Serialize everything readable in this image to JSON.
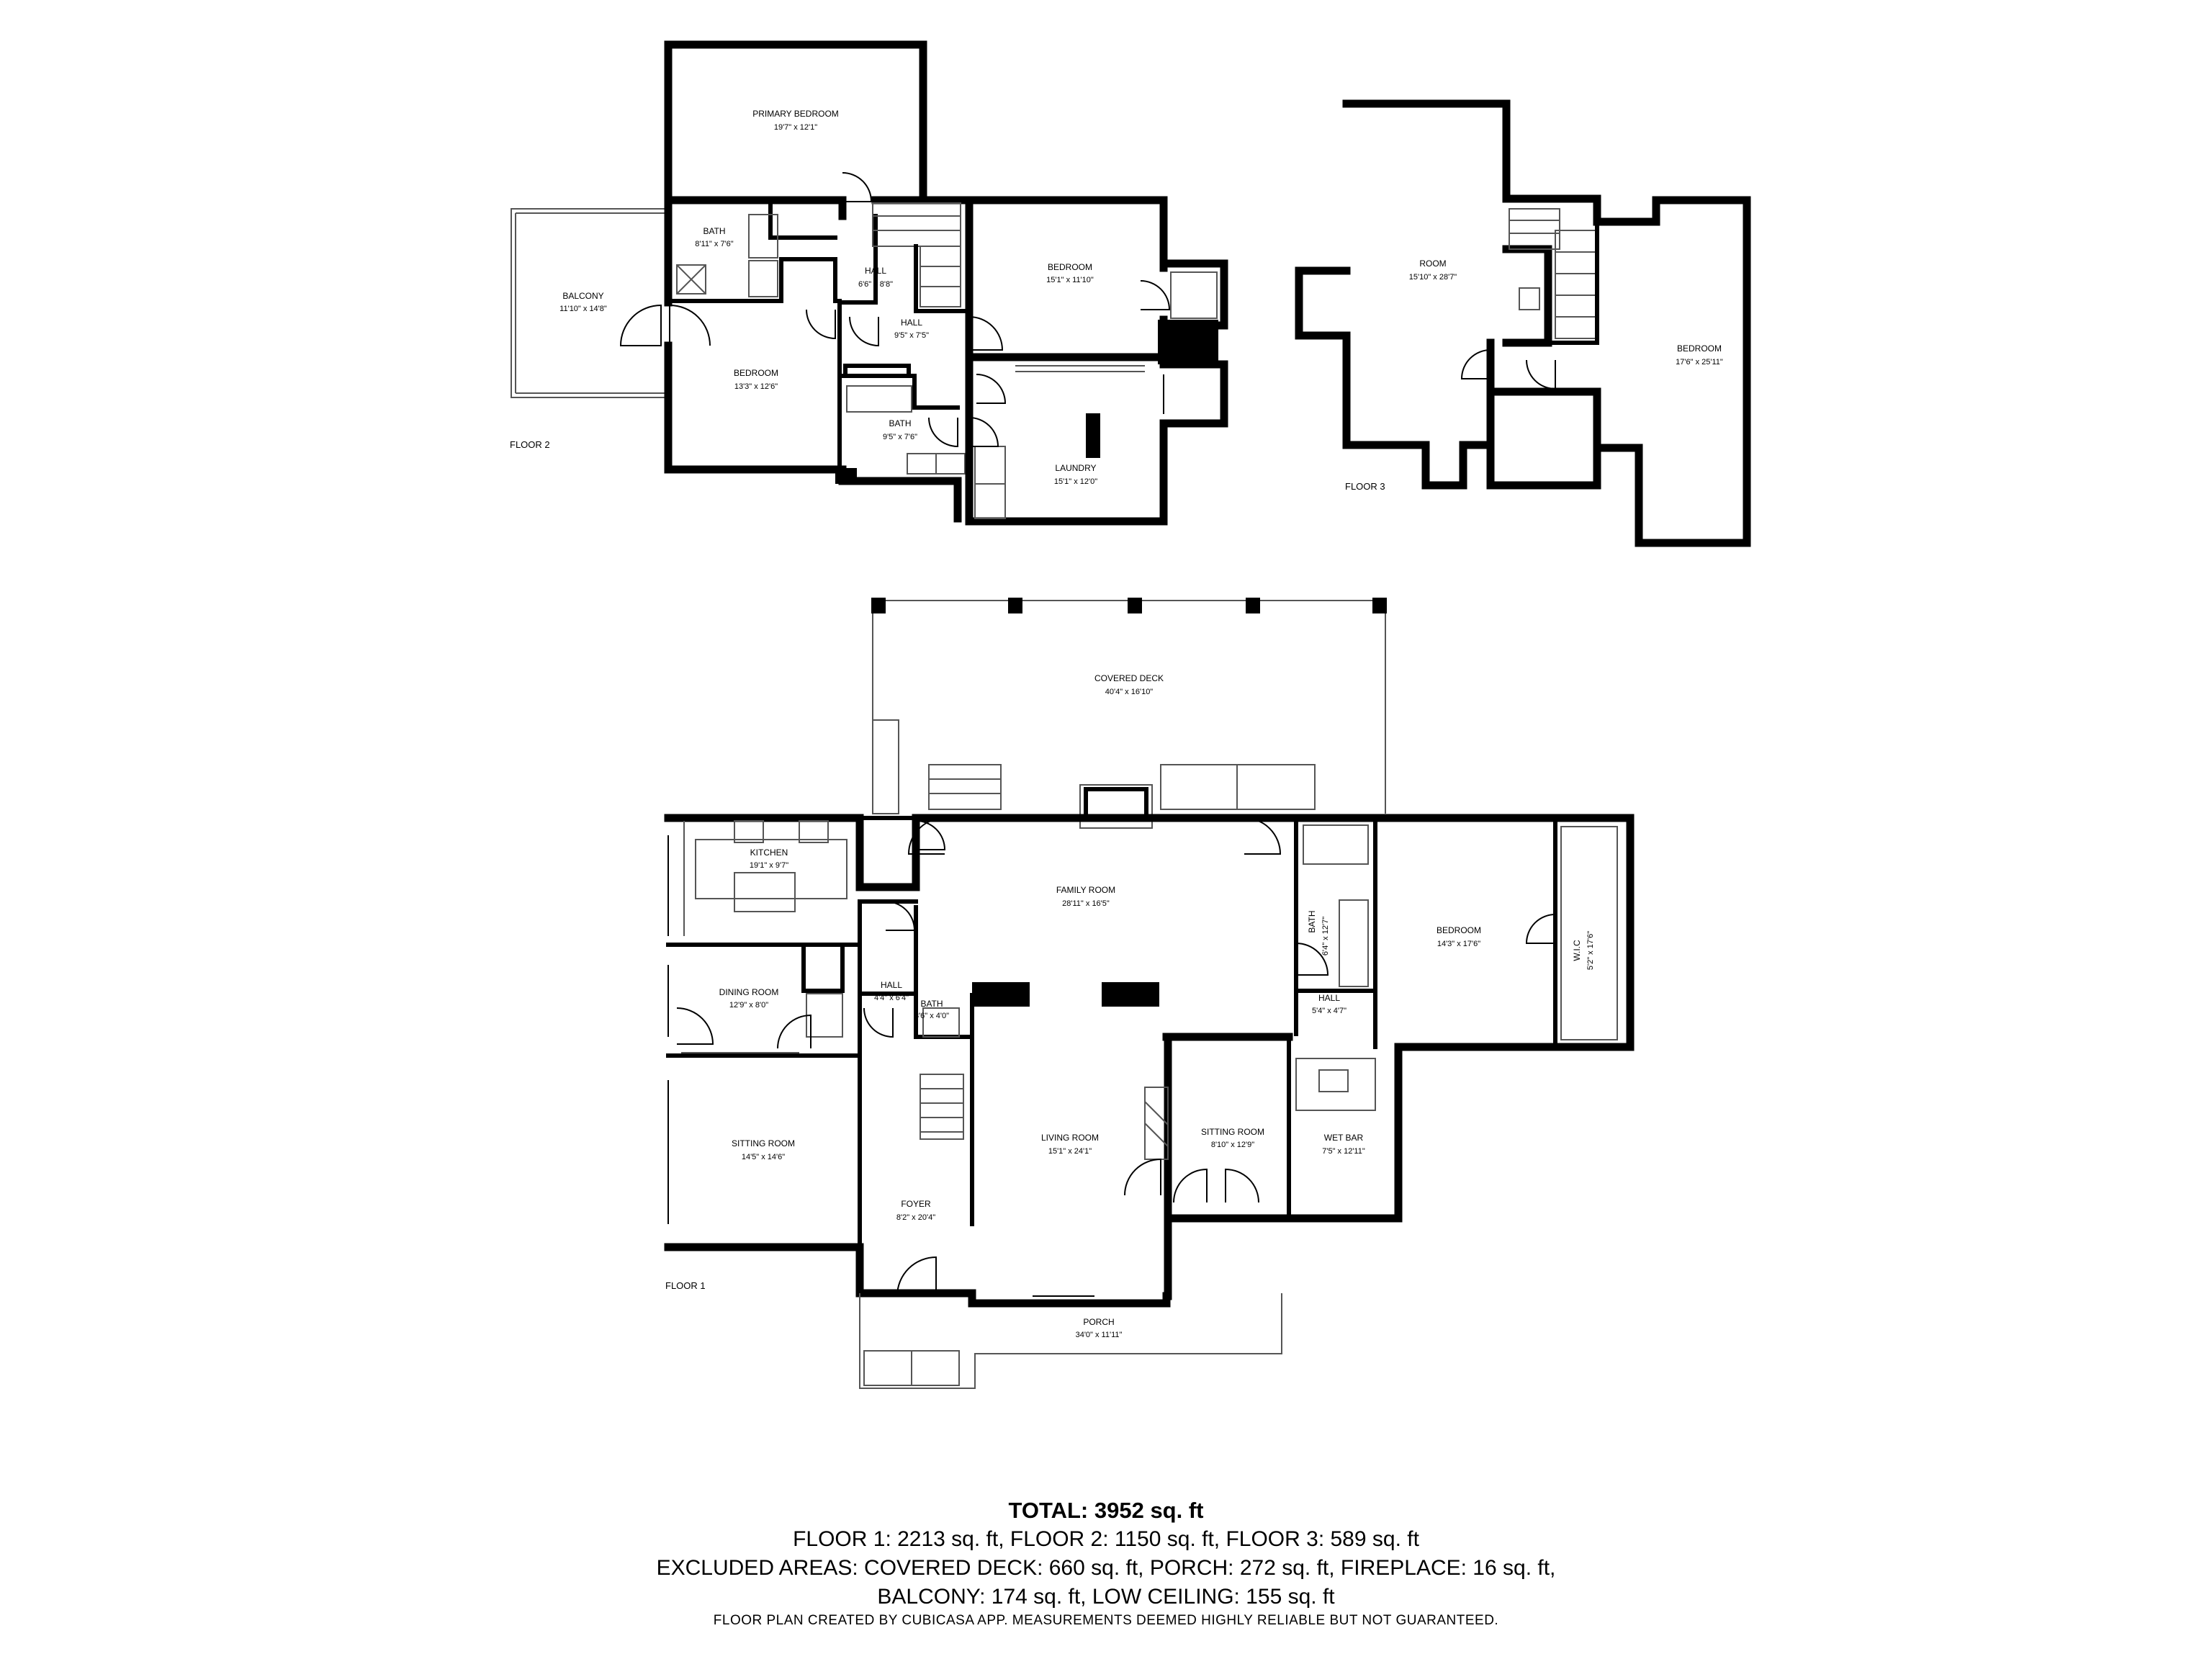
{
  "floors": {
    "floor2": {
      "label": "FLOOR 2",
      "rooms": {
        "primary_bedroom": {
          "name": "PRIMARY BEDROOM",
          "dim": "19'7\" x 12'1\""
        },
        "bath_a": {
          "name": "BATH",
          "dim": "8'11\" x 7'6\""
        },
        "hall_a": {
          "name": "HALL",
          "dim": "6'6\" x 8'8\""
        },
        "hall_b": {
          "name": "HALL",
          "dim": "9'5\" x 7'5\""
        },
        "bedroom_a": {
          "name": "BEDROOM",
          "dim": "15'1\" x 11'10\""
        },
        "balcony": {
          "name": "BALCONY",
          "dim": "11'10\" x 14'8\""
        },
        "bedroom_b": {
          "name": "BEDROOM",
          "dim": "13'3\" x 12'6\""
        },
        "bath_b": {
          "name": "BATH",
          "dim": "9'5\" x 7'6\""
        },
        "laundry": {
          "name": "LAUNDRY",
          "dim": "15'1\" x 12'0\""
        }
      }
    },
    "floor3": {
      "label": "FLOOR 3",
      "rooms": {
        "room": {
          "name": "ROOM",
          "dim": "15'10\" x 28'7\""
        },
        "bedroom": {
          "name": "BEDROOM",
          "dim": "17'6\" x 25'11\""
        }
      }
    },
    "floor1": {
      "label": "FLOOR 1",
      "rooms": {
        "covered_deck": {
          "name": "COVERED DECK",
          "dim": "40'4\" x 16'10\""
        },
        "kitchen": {
          "name": "KITCHEN",
          "dim": "19'1\" x 9'7\""
        },
        "family_room": {
          "name": "FAMILY ROOM",
          "dim": "28'11\" x 16'5\""
        },
        "bath_a": {
          "name": "BATH",
          "dim": "6'4\" x 12'7\""
        },
        "bedroom": {
          "name": "BEDROOM",
          "dim": "14'3\" x 17'6\""
        },
        "wic": {
          "name": "W.I.C",
          "dim": "5'2\" x 17'6\""
        },
        "dining_room": {
          "name": "DINING ROOM",
          "dim": "12'9\" x 8'0\""
        },
        "hall_a": {
          "name": "HALL",
          "dim": "4'4\" x 6'4\""
        },
        "bath_b": {
          "name": "BATH",
          "dim": "3'6\" x 4'0\""
        },
        "hall_b": {
          "name": "HALL",
          "dim": "5'4\" x 4'7\""
        },
        "sitting_room_a": {
          "name": "SITTING ROOM",
          "dim": "14'5\" x 14'6\""
        },
        "living_room": {
          "name": "LIVING ROOM",
          "dim": "15'1\" x 24'1\""
        },
        "sitting_room_b": {
          "name": "SITTING ROOM",
          "dim": "8'10\" x 12'9\""
        },
        "wet_bar": {
          "name": "WET BAR",
          "dim": "7'5\" x 12'11\""
        },
        "foyer": {
          "name": "FOYER",
          "dim": "8'2\" x 20'4\""
        },
        "porch": {
          "name": "PORCH",
          "dim": "34'0\" x 11'11\""
        }
      }
    }
  },
  "summary": {
    "total": "TOTAL: 3952 sq. ft",
    "line1": "FLOOR 1: 2213 sq. ft, FLOOR 2: 1150 sq. ft, FLOOR 3: 589 sq. ft",
    "line2": "EXCLUDED AREAS: COVERED DECK: 660 sq. ft, PORCH: 272 sq. ft, FIREPLACE: 16 sq. ft,",
    "line3": "BALCONY: 174 sq. ft, LOW CEILING: 155 sq. ft"
  },
  "disclaimer": "FLOOR PLAN CREATED BY CUBICASA APP. MEASUREMENTS DEEMED HIGHLY RELIABLE BUT NOT GUARANTEED."
}
